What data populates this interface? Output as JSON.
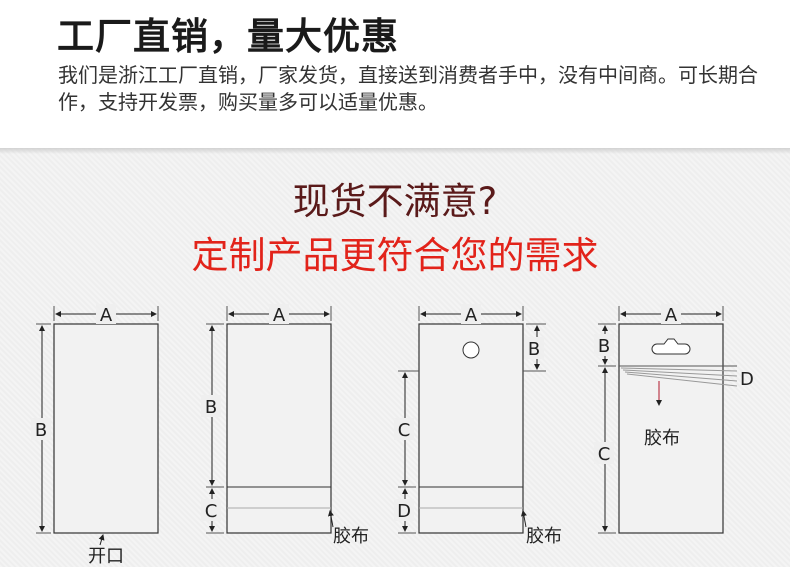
{
  "header": {
    "headline": "工厂直销，量大优惠",
    "description": "我们是浙江工厂直销，厂家发货，直接送到消费者手中，没有中间商。可长期合作，支持开发票，购买量多可以适量优惠。"
  },
  "promo": {
    "question": "现货不满意?",
    "slogan": "定制产品更符合您的需求"
  },
  "diagrams": [
    {
      "dims": [
        "A",
        "B"
      ],
      "note": "开口"
    },
    {
      "dims": [
        "A",
        "B",
        "C"
      ],
      "note": "胶布"
    },
    {
      "dims": [
        "A",
        "B",
        "C",
        "D"
      ],
      "note": "胶布"
    },
    {
      "dims": [
        "A",
        "B",
        "C",
        "D"
      ],
      "note": "胶布"
    }
  ],
  "colors": {
    "question": "#5a1a1a",
    "slogan": "#e2231a",
    "panel": "#efefef",
    "bag_fill": "#f2f2f2"
  }
}
